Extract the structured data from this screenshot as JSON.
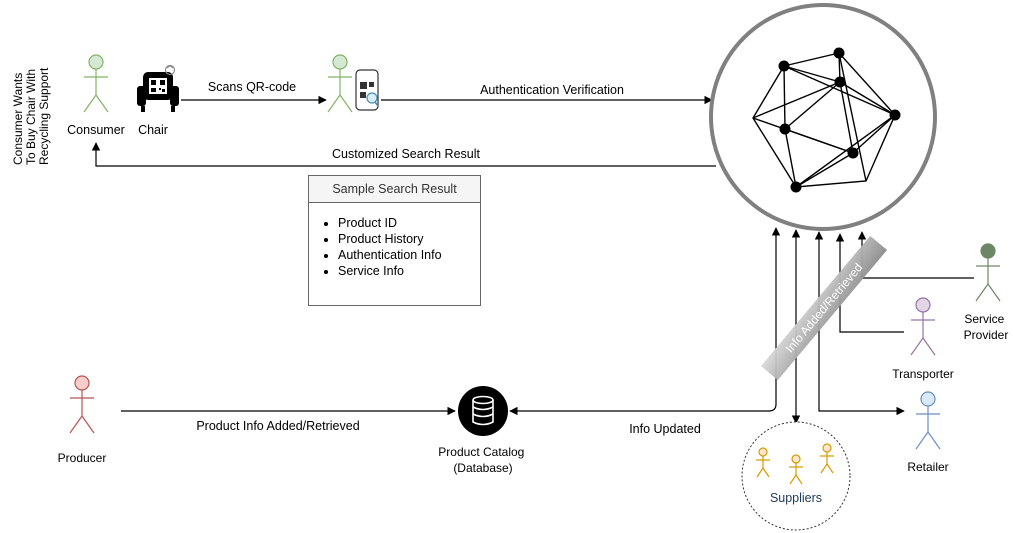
{
  "side_note": [
    "Consumer Wants",
    "To Buy Chair With",
    "Recycling Support"
  ],
  "actors": {
    "consumer": "Consumer",
    "producer": "Producer",
    "transporter": "Transporter",
    "service_provider": [
      "Service",
      "Provider"
    ],
    "retailer": "Retailer",
    "suppliers": "Suppliers"
  },
  "objects": {
    "chair": "Chair",
    "catalog": [
      "Product Catalog",
      "(Database)"
    ]
  },
  "edges": {
    "scan": "Scans QR-code",
    "auth": "Authentication Verification",
    "result": "Customized Search Result",
    "product_info": "Product Info Added/Retrieved",
    "info_updated": "Info Updated",
    "info_added_retrieved": "Info Added/Retrieved"
  },
  "search_box": {
    "title": "Sample Search Result",
    "items": [
      "Product ID",
      "Product History",
      "Authentication Info",
      "Service Info"
    ]
  },
  "colors": {
    "consumer": "#82b366",
    "producer": "#b85450",
    "transporter": "#9673a6",
    "service_provider": "#6d8764",
    "retailer": "#6c8ebf",
    "suppliers": "#d79b00"
  }
}
